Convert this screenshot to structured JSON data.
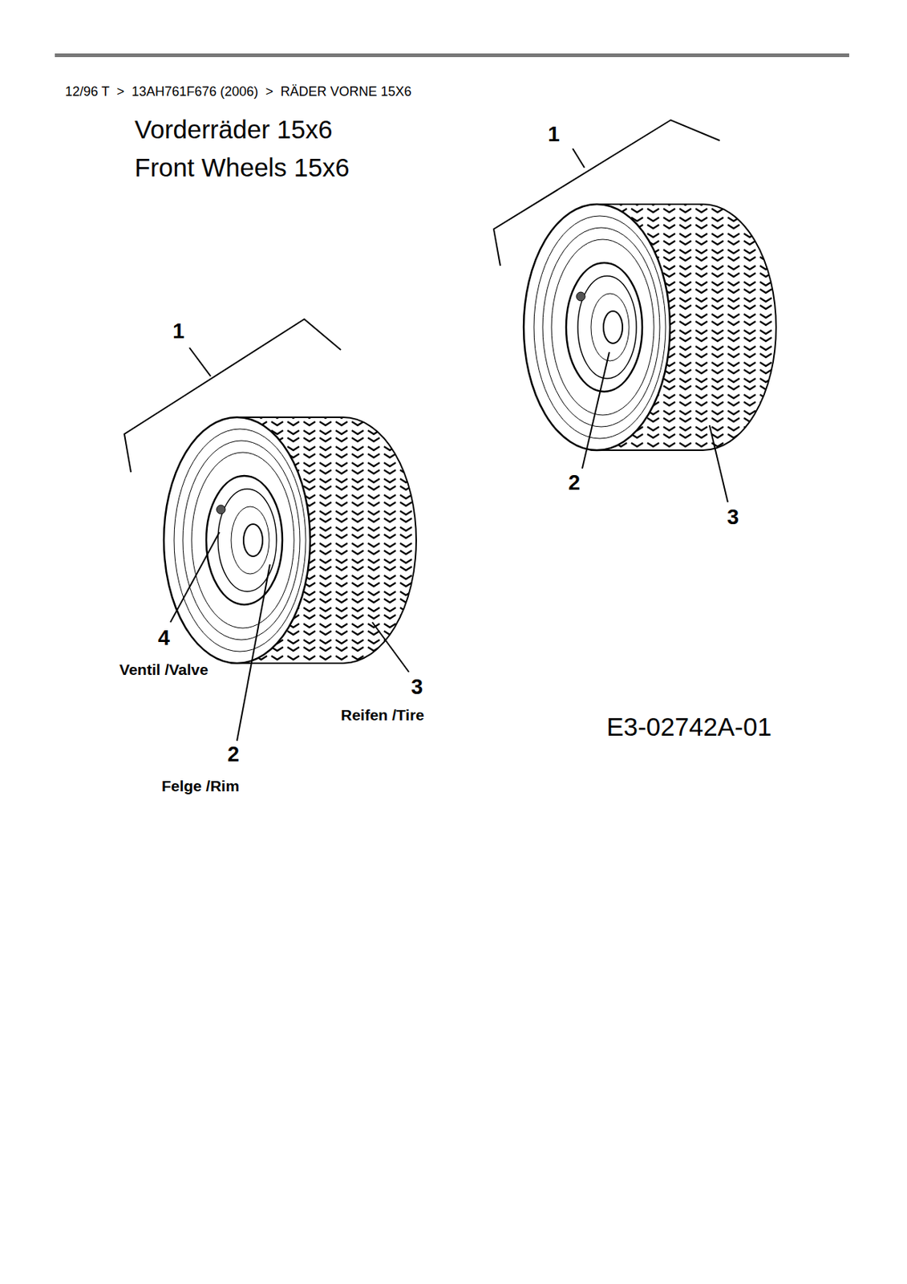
{
  "diagram": {
    "title": "12/96 T  >  13AH761F676 (2006)  >  RÄDER VORNE 15X6",
    "labels": [
      "Vorderräder 15x6",
      "Front Wheels 15x6",
      "1",
      "2",
      "3",
      "1",
      "4",
      "Ventil /Valve",
      "3",
      "Reifen /Tire",
      "2",
      "Felge /Rim",
      "E3-02742A-01"
    ]
  }
}
